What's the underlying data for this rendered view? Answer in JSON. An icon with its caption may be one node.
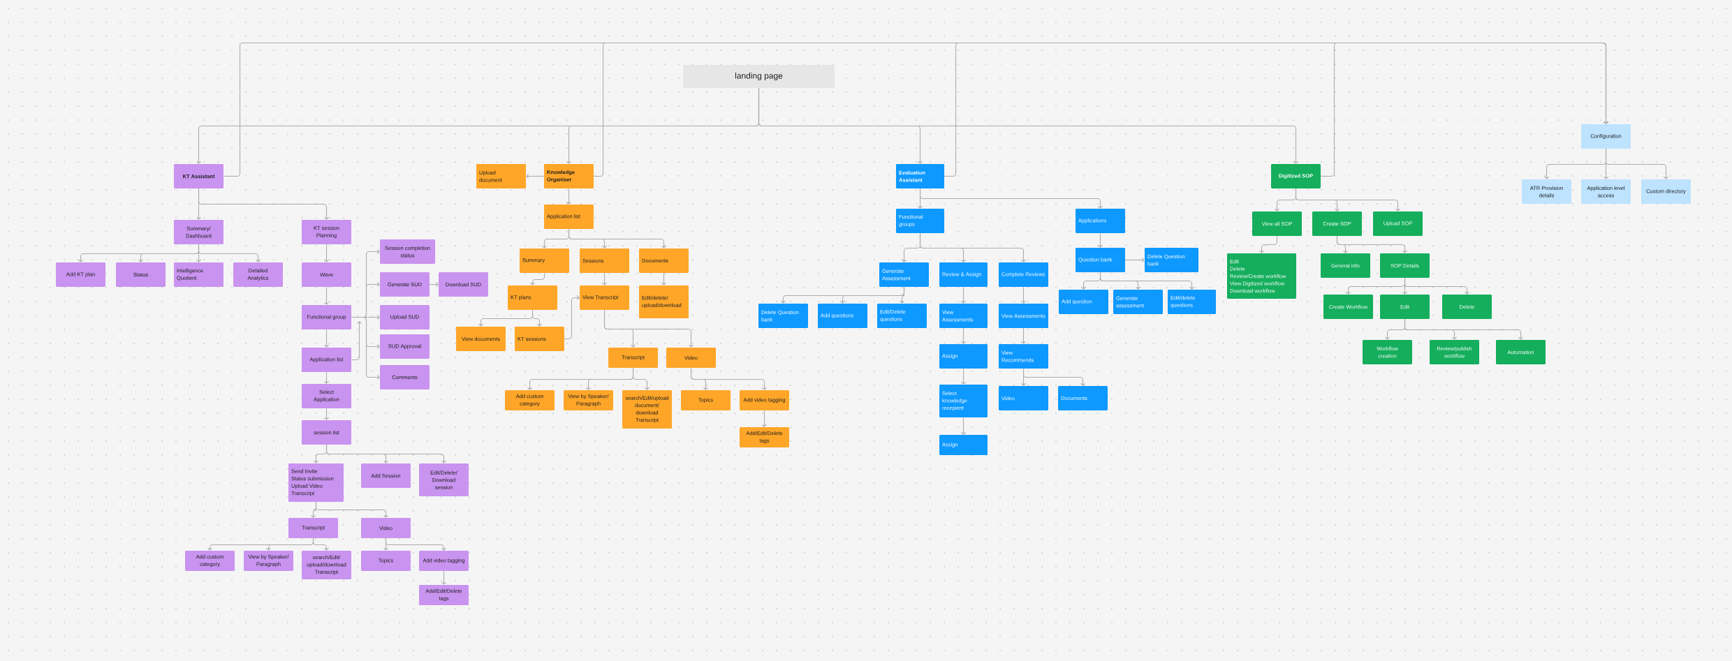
{
  "diagram": {
    "nodes": [
      {
        "text": [
          "landing page"
        ]
      },
      {
        "text": [
          "KT Assistant"
        ]
      },
      {
        "text": [
          "Upload document"
        ]
      },
      {
        "text": [
          "Knowledge Organiser"
        ]
      },
      {
        "text": [
          "Evaluation Assistant"
        ]
      },
      {
        "text": [
          "Digitized SOP"
        ]
      },
      {
        "text": [
          "Configuration"
        ]
      },
      {
        "text": [
          "Summary/ Dashboard"
        ]
      },
      {
        "text": [
          "KT session Planning"
        ]
      },
      {
        "text": [
          "Add KT plan"
        ]
      },
      {
        "text": [
          "Status"
        ]
      },
      {
        "text": [
          "Intelligence Quotient"
        ]
      },
      {
        "text": [
          "Detailed Analytics"
        ]
      },
      {
        "text": [
          "Wave"
        ]
      },
      {
        "text": [
          "Session completion status"
        ]
      },
      {
        "text": [
          "Generate SUD"
        ]
      },
      {
        "text": [
          "Download SUD"
        ]
      },
      {
        "text": [
          "Functional group"
        ]
      },
      {
        "text": [
          "Upload SUD"
        ]
      },
      {
        "text": [
          "SUD Approval"
        ]
      },
      {
        "text": [
          "Application list"
        ]
      },
      {
        "text": [
          "Comments"
        ]
      },
      {
        "text": [
          "Select Application"
        ]
      },
      {
        "text": [
          "session list"
        ]
      },
      {
        "text": [
          "Send Invite",
          "Status submission",
          "Upload Video",
          "Transcript"
        ]
      },
      {
        "text": [
          "Add Session"
        ]
      },
      {
        "text": [
          "Edit/Delete/ Download session"
        ]
      },
      {
        "text": [
          "Transcript"
        ]
      },
      {
        "text": [
          "Video"
        ]
      },
      {
        "text": [
          "Add custom category"
        ]
      },
      {
        "text": [
          "View by Speaker/ Paragraph"
        ]
      },
      {
        "text": [
          "search/Edit/ upload/download Transcript"
        ]
      },
      {
        "text": [
          "Topics"
        ]
      },
      {
        "text": [
          "Add video tagging"
        ]
      },
      {
        "text": [
          "Add/Edit/Delete tags"
        ]
      },
      {
        "text": [
          "Application list"
        ]
      },
      {
        "text": [
          "Summary"
        ]
      },
      {
        "text": [
          "Sessions"
        ]
      },
      {
        "text": [
          "Documents"
        ]
      },
      {
        "text": [
          "KT plans"
        ]
      },
      {
        "text": [
          "View Transcript"
        ]
      },
      {
        "text": [
          "Edit/delete/ upload/download"
        ]
      },
      {
        "text": [
          "View documents"
        ]
      },
      {
        "text": [
          "KT sessions"
        ]
      },
      {
        "text": [
          "Transcript"
        ]
      },
      {
        "text": [
          "Video"
        ]
      },
      {
        "text": [
          "Add custom category"
        ]
      },
      {
        "text": [
          "View by Speaker/ Paragraph"
        ]
      },
      {
        "text": [
          "search/Edit/upload document/ download Transcript"
        ]
      },
      {
        "text": [
          "Topics"
        ]
      },
      {
        "text": [
          "Add video tagging"
        ]
      },
      {
        "text": [
          "Add/Edit/Delete tags"
        ]
      },
      {
        "text": [
          "Functional groups"
        ]
      },
      {
        "text": [
          "Applications"
        ]
      },
      {
        "text": [
          "Question bank"
        ]
      },
      {
        "text": [
          "Delete Question bank"
        ]
      },
      {
        "text": [
          "Generate Assessment"
        ]
      },
      {
        "text": [
          "Review & Assign"
        ]
      },
      {
        "text": [
          "Complete Reviews"
        ]
      },
      {
        "text": [
          "Add question"
        ]
      },
      {
        "text": [
          "Generate assessment"
        ]
      },
      {
        "text": [
          "Edit/delete questions"
        ]
      },
      {
        "text": [
          "Delete Question bank"
        ]
      },
      {
        "text": [
          "Add questions"
        ]
      },
      {
        "text": [
          "Edit/Delete questions"
        ]
      },
      {
        "text": [
          "View Assessments"
        ]
      },
      {
        "text": [
          "View Assessments"
        ]
      },
      {
        "text": [
          "Assign"
        ]
      },
      {
        "text": [
          "View Recommends"
        ]
      },
      {
        "text": [
          "Select knowledge recepient"
        ]
      },
      {
        "text": [
          "Video"
        ]
      },
      {
        "text": [
          "Documents"
        ]
      },
      {
        "text": [
          "Assign"
        ]
      },
      {
        "text": [
          "View all SOP"
        ]
      },
      {
        "text": [
          "Create SOP"
        ]
      },
      {
        "text": [
          "Upload SOP"
        ]
      },
      {
        "text": [
          "Edit",
          "Delete",
          "Review/Create workflow",
          "View Digitized workflow",
          "Download workflow"
        ]
      },
      {
        "text": [
          "General info"
        ]
      },
      {
        "text": [
          "SOP Details"
        ]
      },
      {
        "text": [
          "Create Workflow"
        ]
      },
      {
        "text": [
          "Edit"
        ]
      },
      {
        "text": [
          "Delete"
        ]
      },
      {
        "text": [
          "Workflow creation"
        ]
      },
      {
        "text": [
          "Review/publish workflow"
        ]
      },
      {
        "text": [
          "Automation"
        ]
      },
      {
        "text": [
          "ATR Provision details"
        ]
      },
      {
        "text": [
          "Application level access"
        ]
      },
      {
        "text": [
          "Custom directory"
        ]
      }
    ],
    "edges": [
      {
        "from": 0,
        "to": 1,
        "arrow": "to"
      },
      {
        "from": 0,
        "to": 3,
        "arrow": "to"
      },
      {
        "from": 0,
        "to": 4,
        "arrow": "to"
      },
      {
        "from": 0,
        "to": 5,
        "arrow": "to"
      },
      {
        "from": 1,
        "to": 6,
        "arrow": "to"
      },
      {
        "from": 3,
        "to": 6,
        "arrow": "to"
      },
      {
        "from": 4,
        "to": 6,
        "arrow": "to"
      },
      {
        "from": 5,
        "to": 6,
        "arrow": "to"
      },
      {
        "from": 1,
        "to": 7,
        "arrow": "to"
      },
      {
        "from": 1,
        "to": 8,
        "arrow": "to"
      },
      {
        "from": 7,
        "to": 9,
        "arrow": "to"
      },
      {
        "from": 7,
        "to": 10,
        "arrow": "to"
      },
      {
        "from": 7,
        "to": 11,
        "arrow": "to"
      },
      {
        "from": 7,
        "to": 12,
        "arrow": "to"
      },
      {
        "from": 8,
        "to": 13,
        "arrow": "to"
      },
      {
        "from": 13,
        "to": 17,
        "arrow": "to"
      },
      {
        "from": 17,
        "to": 20,
        "arrow": "to"
      },
      {
        "from": 17,
        "to": 14,
        "arrow": "to"
      },
      {
        "from": 17,
        "to": 15,
        "arrow": "to"
      },
      {
        "from": 17,
        "to": 18,
        "arrow": "to"
      },
      {
        "from": 17,
        "to": 19,
        "arrow": "to"
      },
      {
        "from": 17,
        "to": 21,
        "arrow": "to"
      },
      {
        "from": 20,
        "to": 17,
        "arrow": "to"
      },
      {
        "from": 15,
        "to": 16,
        "arrow": "to"
      },
      {
        "from": 20,
        "to": 22,
        "arrow": "to"
      },
      {
        "from": 22,
        "to": 23,
        "arrow": "to"
      },
      {
        "from": 23,
        "to": 24,
        "arrow": "to"
      },
      {
        "from": 23,
        "to": 25,
        "arrow": "to"
      },
      {
        "from": 23,
        "to": 26,
        "arrow": "to"
      },
      {
        "from": 24,
        "to": 27,
        "arrow": "to"
      },
      {
        "from": 24,
        "to": 28,
        "arrow": "to"
      },
      {
        "from": 27,
        "to": 29,
        "arrow": "to"
      },
      {
        "from": 27,
        "to": 30,
        "arrow": "to"
      },
      {
        "from": 27,
        "to": 31,
        "arrow": "to"
      },
      {
        "from": 28,
        "to": 32,
        "arrow": "to"
      },
      {
        "from": 28,
        "to": 33,
        "arrow": "to"
      },
      {
        "from": 33,
        "to": 34,
        "arrow": "to"
      },
      {
        "from": 3,
        "to": 2,
        "arrow": "to"
      },
      {
        "from": 3,
        "to": 35,
        "arrow": "to"
      },
      {
        "from": 35,
        "to": 36,
        "arrow": "to"
      },
      {
        "from": 35,
        "to": 37,
        "arrow": "to"
      },
      {
        "from": 35,
        "to": 38,
        "arrow": "to"
      },
      {
        "from": 36,
        "to": 39,
        "arrow": "to"
      },
      {
        "from": 37,
        "to": 40,
        "arrow": "to"
      },
      {
        "from": 38,
        "to": 41,
        "arrow": "to"
      },
      {
        "from": 39,
        "to": 42,
        "arrow": "to"
      },
      {
        "from": 39,
        "to": 43,
        "arrow": "to"
      },
      {
        "from": 43,
        "to": 40,
        "arrow": "to"
      },
      {
        "from": 40,
        "to": 44,
        "arrow": "to"
      },
      {
        "from": 40,
        "to": 45,
        "arrow": "to"
      },
      {
        "from": 44,
        "to": 46,
        "arrow": "to"
      },
      {
        "from": 44,
        "to": 47,
        "arrow": "to"
      },
      {
        "from": 44,
        "to": 48,
        "arrow": "to"
      },
      {
        "from": 45,
        "to": 49,
        "arrow": "to"
      },
      {
        "from": 45,
        "to": 50,
        "arrow": "to"
      },
      {
        "from": 50,
        "to": 51,
        "arrow": "to"
      },
      {
        "from": 4,
        "to": 52,
        "arrow": "to"
      },
      {
        "from": 4,
        "to": 53,
        "arrow": "to"
      },
      {
        "from": 52,
        "to": 56,
        "arrow": "to"
      },
      {
        "from": 52,
        "to": 57,
        "arrow": "to"
      },
      {
        "from": 52,
        "to": 58,
        "arrow": "to"
      },
      {
        "from": 56,
        "to": 62,
        "arrow": "to"
      },
      {
        "from": 56,
        "to": 63,
        "arrow": "to"
      },
      {
        "from": 56,
        "to": 64,
        "arrow": "to"
      },
      {
        "from": 57,
        "to": 65,
        "arrow": "to"
      },
      {
        "from": 65,
        "to": 67,
        "arrow": "to"
      },
      {
        "from": 67,
        "to": 69,
        "arrow": "to"
      },
      {
        "from": 69,
        "to": 72,
        "arrow": "to"
      },
      {
        "from": 58,
        "to": 66,
        "arrow": "to"
      },
      {
        "from": 66,
        "to": 68,
        "arrow": "to"
      },
      {
        "from": 68,
        "to": 70,
        "arrow": "to"
      },
      {
        "from": 68,
        "to": 71,
        "arrow": "to"
      },
      {
        "from": 53,
        "to": 54,
        "arrow": "to"
      },
      {
        "from": 54,
        "to": 55,
        "arrow": "to"
      },
      {
        "from": 54,
        "to": 59,
        "arrow": "to"
      },
      {
        "from": 54,
        "to": 60,
        "arrow": "to"
      },
      {
        "from": 54,
        "to": 61,
        "arrow": "to"
      },
      {
        "from": 5,
        "to": 73,
        "arrow": "to"
      },
      {
        "from": 5,
        "to": 74,
        "arrow": "to"
      },
      {
        "from": 5,
        "to": 75,
        "arrow": "to"
      },
      {
        "from": 73,
        "to": 76,
        "arrow": "to"
      },
      {
        "from": 74,
        "to": 77,
        "arrow": "to"
      },
      {
        "from": 74,
        "to": 78,
        "arrow": "to"
      },
      {
        "from": 78,
        "to": 79,
        "arrow": "to"
      },
      {
        "from": 78,
        "to": 80,
        "arrow": "to"
      },
      {
        "from": 78,
        "to": 81,
        "arrow": "to"
      },
      {
        "from": 80,
        "to": 82,
        "arrow": "to"
      },
      {
        "from": 80,
        "to": 83,
        "arrow": "to"
      },
      {
        "from": 80,
        "to": 84,
        "arrow": "to"
      },
      {
        "from": 6,
        "to": 85,
        "arrow": "to"
      },
      {
        "from": 6,
        "to": 86,
        "arrow": "to"
      },
      {
        "from": 6,
        "to": 87,
        "arrow": "to"
      }
    ]
  }
}
